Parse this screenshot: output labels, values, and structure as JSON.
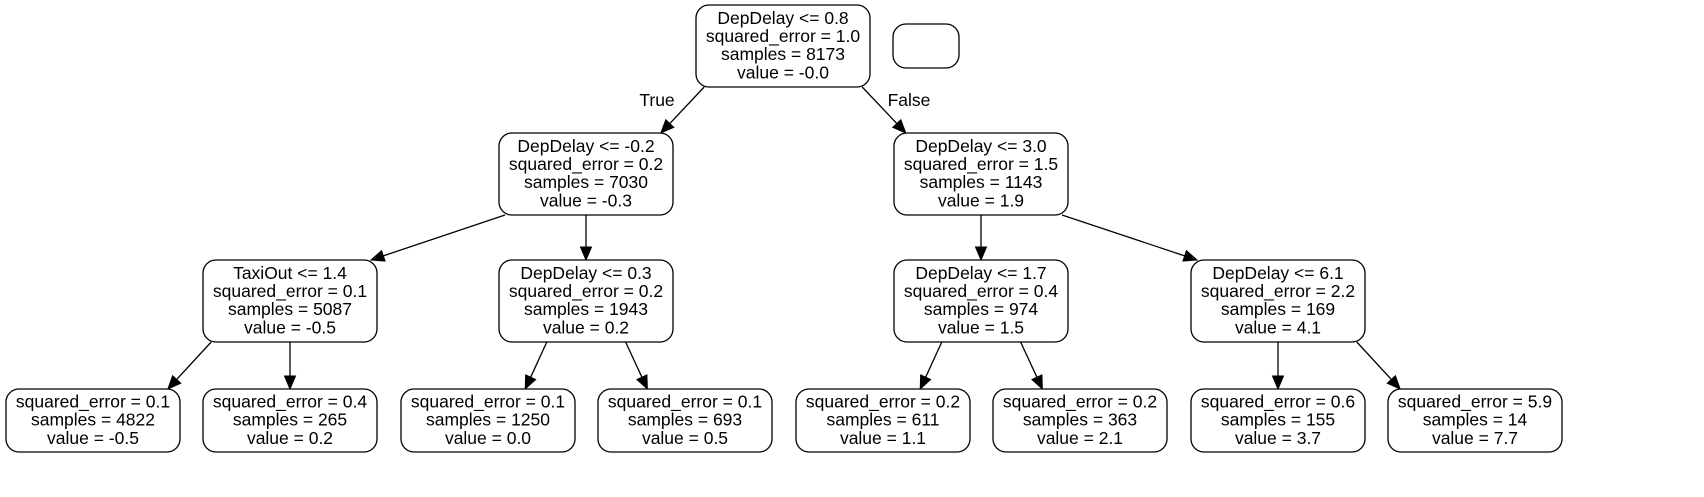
{
  "tree": {
    "nodes": [
      {
        "id": "n0",
        "lines": [
          "DepDelay <= 0.8",
          "squared_error = 1.0",
          "samples = 8173",
          "value = -0.0"
        ]
      },
      {
        "id": "n1",
        "lines": [
          "DepDelay <= -0.2",
          "squared_error = 0.2",
          "samples = 7030",
          "value = -0.3"
        ]
      },
      {
        "id": "n2",
        "lines": [
          "DepDelay <= 3.0",
          "squared_error = 1.5",
          "samples = 1143",
          "value = 1.9"
        ]
      },
      {
        "id": "n3",
        "lines": [
          "TaxiOut <= 1.4",
          "squared_error = 0.1",
          "samples = 5087",
          "value = -0.5"
        ]
      },
      {
        "id": "n4",
        "lines": [
          "DepDelay <= 0.3",
          "squared_error = 0.2",
          "samples = 1943",
          "value = 0.2"
        ]
      },
      {
        "id": "n5",
        "lines": [
          "DepDelay <= 1.7",
          "squared_error = 0.4",
          "samples = 974",
          "value = 1.5"
        ]
      },
      {
        "id": "n6",
        "lines": [
          "DepDelay <= 6.1",
          "squared_error = 2.2",
          "samples = 169",
          "value = 4.1"
        ]
      },
      {
        "id": "n7",
        "lines": [
          "squared_error = 0.1",
          "samples = 4822",
          "value = -0.5"
        ]
      },
      {
        "id": "n8",
        "lines": [
          "squared_error = 0.4",
          "samples = 265",
          "value = 0.2"
        ]
      },
      {
        "id": "n9",
        "lines": [
          "squared_error = 0.1",
          "samples = 1250",
          "value = 0.0"
        ]
      },
      {
        "id": "n10",
        "lines": [
          "squared_error = 0.1",
          "samples = 693",
          "value = 0.5"
        ]
      },
      {
        "id": "n11",
        "lines": [
          "squared_error = 0.2",
          "samples = 611",
          "value = 1.1"
        ]
      },
      {
        "id": "n12",
        "lines": [
          "squared_error = 0.2",
          "samples = 363",
          "value = 2.1"
        ]
      },
      {
        "id": "n13",
        "lines": [
          "squared_error = 0.6",
          "samples = 155",
          "value = 3.7"
        ]
      },
      {
        "id": "n14",
        "lines": [
          "squared_error = 5.9",
          "samples = 14",
          "value = 7.7"
        ]
      },
      {
        "id": "legend",
        "lines": []
      }
    ],
    "edges": [
      {
        "from": "n0",
        "to": "n1",
        "label": "True"
      },
      {
        "from": "n0",
        "to": "n2",
        "label": "False"
      },
      {
        "from": "n1",
        "to": "n3",
        "label": ""
      },
      {
        "from": "n1",
        "to": "n4",
        "label": ""
      },
      {
        "from": "n2",
        "to": "n5",
        "label": ""
      },
      {
        "from": "n2",
        "to": "n6",
        "label": ""
      },
      {
        "from": "n3",
        "to": "n7",
        "label": ""
      },
      {
        "from": "n3",
        "to": "n8",
        "label": ""
      },
      {
        "from": "n4",
        "to": "n9",
        "label": ""
      },
      {
        "from": "n4",
        "to": "n10",
        "label": ""
      },
      {
        "from": "n5",
        "to": "n11",
        "label": ""
      },
      {
        "from": "n5",
        "to": "n12",
        "label": ""
      },
      {
        "from": "n6",
        "to": "n13",
        "label": ""
      },
      {
        "from": "n6",
        "to": "n14",
        "label": ""
      }
    ]
  }
}
